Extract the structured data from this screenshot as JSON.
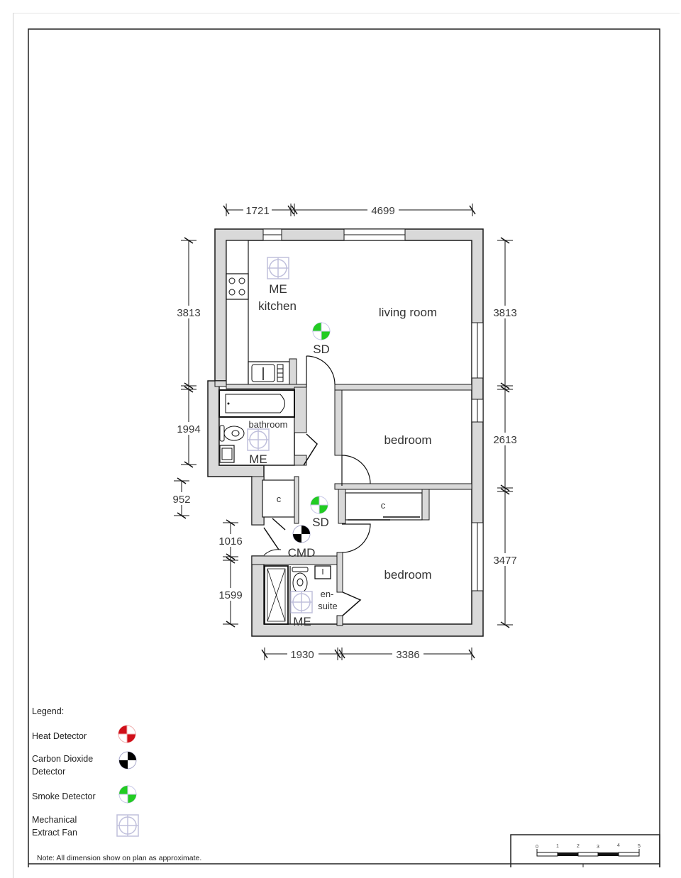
{
  "plan": {
    "rooms": {
      "kitchen": "kitchen",
      "living_room": "living room",
      "bathroom": "bathroom",
      "bedroom_1": "bedroom",
      "bedroom_2": "bedroom",
      "ensuite_line1": "en-",
      "ensuite_line2": "suite",
      "cupboard_1": "c",
      "cupboard_2": "c"
    },
    "device_labels": {
      "kitchen_fan": "ME",
      "kitchen_smoke": "SD",
      "bathroom_fan": "ME",
      "hall_smoke": "SD",
      "hall_co": "CMD",
      "ensuite_fan": "ME"
    },
    "dimensions": {
      "top_left": "1721",
      "top_right": "4699",
      "left_kitchen": "3813",
      "left_bathroom": "1994",
      "left_cupboard": "952",
      "left_hall": "1016",
      "left_ensuite": "1599",
      "right_living": "3813",
      "right_bedroom1": "2613",
      "right_bedroom2": "3477",
      "bottom_left": "1930",
      "bottom_right": "3386"
    }
  },
  "legend": {
    "title": "Legend:",
    "items": [
      {
        "label_line1": "Heat Detector",
        "label_line2": "",
        "icon": "heat-detector-icon",
        "color": "#d0101a"
      },
      {
        "label_line1": "Carbon Dioxide",
        "label_line2": "Detector",
        "icon": "carbon-dioxide-detector-icon",
        "color": "#000000"
      },
      {
        "label_line1": "Smoke Detector",
        "label_line2": "",
        "icon": "smoke-detector-icon",
        "color": "#22cc22"
      },
      {
        "label_line1": "Mechanical",
        "label_line2": "Extract Fan",
        "icon": "extract-fan-icon",
        "color": "#b8b8d8"
      }
    ],
    "note": "Note: All dimension show on plan as approximate."
  },
  "scale_bar": {
    "ticks": [
      "0",
      "1",
      "2",
      "3",
      "4",
      "5"
    ]
  },
  "colors": {
    "wall_fill": "#d9d9d9",
    "line": "#1a1a1a",
    "smoke": "#22cc22",
    "heat": "#d0101a",
    "fan": "#b8b8d8"
  }
}
